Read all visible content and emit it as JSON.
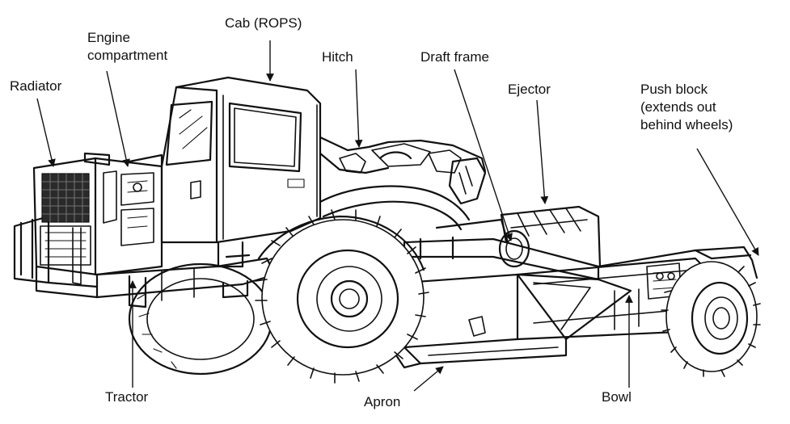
{
  "labels": {
    "cab": "Cab (ROPS)",
    "engine_compartment": "Engine\ncompartment",
    "radiator": "Radiator",
    "hitch": "Hitch",
    "draft_frame": "Draft frame",
    "ejector": "Ejector",
    "push_block": "Push block\n(extends out\nbehind wheels)",
    "tractor": "Tractor",
    "apron": "Apron",
    "bowl": "Bowl"
  },
  "colors": {
    "ink": "#111111",
    "background": "#ffffff"
  }
}
